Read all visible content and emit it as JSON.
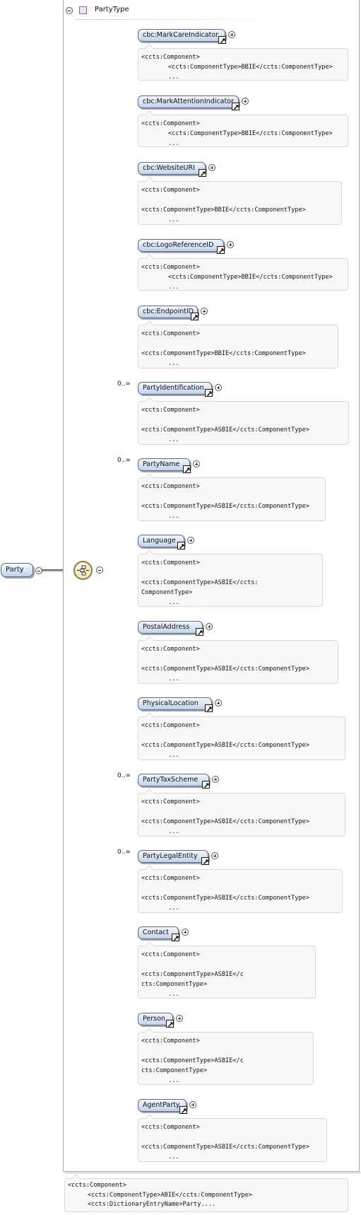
{
  "root": {
    "label": "Party"
  },
  "type": {
    "title": "PartyType"
  },
  "elements": [
    {
      "label": "cbc:MarkCareIndicator",
      "multiplicity": "",
      "annotation": [
        "<ccts:Component>",
        "<ccts:ComponentType>BBIE</ccts:ComponentType>",
        "..."
      ]
    },
    {
      "label": "cbc:MarkAttentionIndicator",
      "multiplicity": "",
      "annotation": [
        "<ccts:Component>",
        "<ccts:ComponentType>BBIE</ccts:ComponentType>",
        "..."
      ]
    },
    {
      "label": "cbc:WebsiteURI",
      "multiplicity": "",
      "annotation": [
        "<ccts:Component>",
        "<ccts:ComponentType>BBIE</ccts:ComponentType>",
        "..."
      ]
    },
    {
      "label": "cbc:LogoReferenceID",
      "multiplicity": "",
      "annotation": [
        "<ccts:Component>",
        "<ccts:ComponentType>BBIE</ccts:ComponentType>",
        "..."
      ]
    },
    {
      "label": "cbc:EndpointID",
      "multiplicity": "",
      "annotation": [
        "<ccts:Component>",
        "<ccts:ComponentType>BBIE</ccts:ComponentType>",
        "..."
      ]
    },
    {
      "label": "PartyIdentification",
      "multiplicity": "0..∞",
      "annotation": [
        "<ccts:Component>",
        "<ccts:ComponentType>ASBIE</ccts:ComponentType>",
        "..."
      ]
    },
    {
      "label": "PartyName",
      "multiplicity": "0..∞",
      "annotation": [
        "<ccts:Component>",
        "<ccts:ComponentType>ASBIE</ccts:ComponentType>",
        "..."
      ]
    },
    {
      "label": "Language",
      "multiplicity": "",
      "annotation": [
        "<ccts:Component>",
        "<ccts:ComponentType>ASBIE</ccts:ComponentType>",
        "..."
      ]
    },
    {
      "label": "PostalAddress",
      "multiplicity": "",
      "annotation": [
        "<ccts:Component>",
        "<ccts:ComponentType>ASBIE</ccts:ComponentType>",
        "..."
      ]
    },
    {
      "label": "PhysicalLocation",
      "multiplicity": "",
      "annotation": [
        "<ccts:Component>",
        "<ccts:ComponentType>ASBIE</ccts:ComponentType>",
        "..."
      ]
    },
    {
      "label": "PartyTaxScheme",
      "multiplicity": "0..∞",
      "annotation": [
        "<ccts:Component>",
        "<ccts:ComponentType>ASBIE</ccts:ComponentType>",
        "..."
      ]
    },
    {
      "label": "PartyLegalEntity",
      "multiplicity": "0..∞",
      "annotation": [
        "<ccts:Component>",
        "<ccts:ComponentType>ASBIE</ccts:ComponentType>",
        "..."
      ]
    },
    {
      "label": "Contact",
      "multiplicity": "",
      "annotation": [
        "<ccts:Component>",
        "<ccts:ComponentType>ASBIE</ccts:ComponentType>",
        "..."
      ]
    },
    {
      "label": "Person",
      "multiplicity": "",
      "annotation": [
        "<ccts:Component>",
        "<ccts:ComponentType>ASBIE</ccts:ComponentType>",
        "..."
      ]
    },
    {
      "label": "AgentParty",
      "multiplicity": "",
      "annotation": [
        "<ccts:Component>",
        "<ccts:ComponentType>ASBIE</ccts:ComponentType>",
        "..."
      ]
    }
  ],
  "root_annotation": [
    "<ccts:Component>",
    "<ccts:ComponentType>ABIE</ccts:ComponentType>",
    "<ccts:DictionaryEntryName>Party...."
  ],
  "icons": {
    "collapse": "collapse-icon",
    "expand": "expand-icon",
    "reference": "reference-arrow-icon",
    "sequence": "sequence-compositor-icon",
    "type": "complex-type-icon"
  },
  "colors": {
    "element_fill": "#c3d2ea",
    "element_border": "#5a6e8c",
    "card_fill": "#f8f8f8",
    "type_icon": "#f0e3f3"
  }
}
